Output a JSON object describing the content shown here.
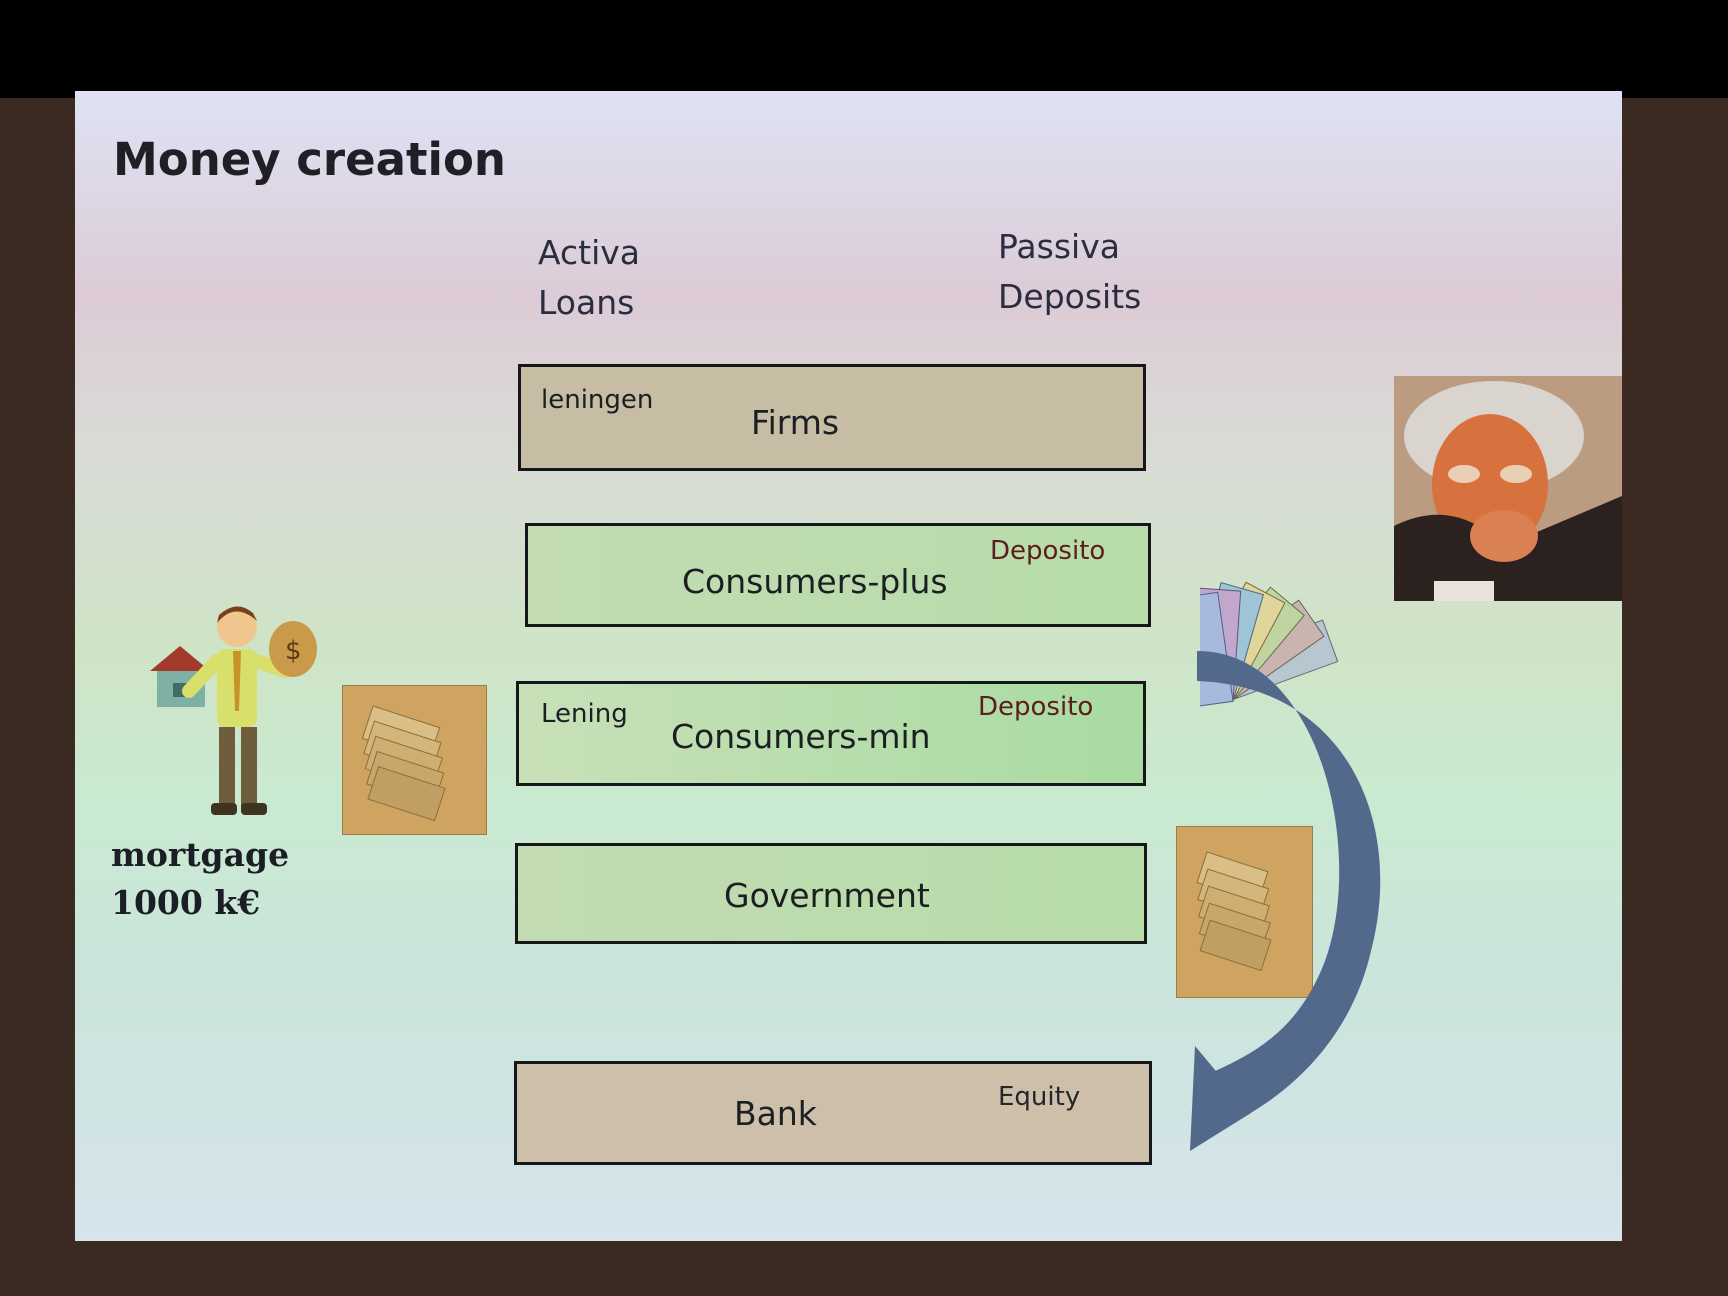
{
  "slide": {
    "title": "Money creation",
    "columns": {
      "left_line1": "Activa",
      "left_line2": "Loans",
      "right_line1": "Passiva",
      "right_line2": "Deposits"
    },
    "rows": [
      {
        "name": "Firms",
        "left_tag": "leningen",
        "right_tag": ""
      },
      {
        "name": "Consumers-plus",
        "left_tag": "",
        "right_tag": "Deposito"
      },
      {
        "name": "Consumers-min",
        "left_tag": "Lening",
        "right_tag": "Deposito"
      },
      {
        "name": "Government",
        "left_tag": "",
        "right_tag": ""
      },
      {
        "name": "Bank",
        "left_tag": "",
        "right_tag": "Equity"
      }
    ],
    "mortgage_line1": "mortgage",
    "mortgage_line2": "1000 k€"
  },
  "icons": {
    "person": "businessman-with-house-and-money-bag-icon",
    "money_stack": "banknote-stack-icon",
    "banknotes_fan": "euro-banknotes-fan-icon",
    "portrait": "elderly-person-portrait-icon",
    "arrow": "curved-arrow-icon"
  },
  "colors": {
    "tan_box": "#c7bca4",
    "green_box": "#bcdcad",
    "arrow": "#4e6688",
    "red_text": "#5c1d1d"
  }
}
